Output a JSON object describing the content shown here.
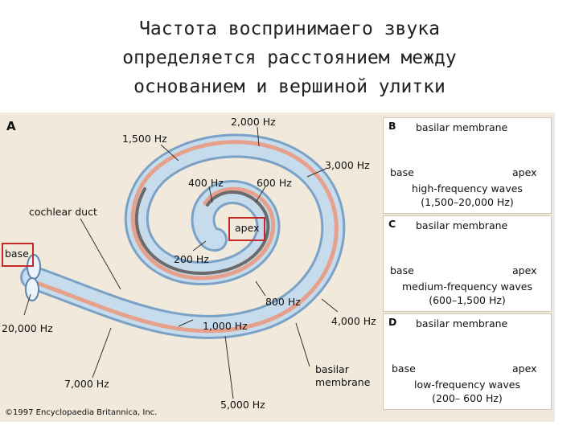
{
  "title_lines": [
    "Частота воспринимаего звука",
    "определяется расстоянием между",
    "основанием и вершиной улитки"
  ],
  "figure": {
    "panel_a": {
      "letter": "A",
      "labels": {
        "hz_2000": "2,000 Hz",
        "hz_1500": "1,500 Hz",
        "hz_3000": "3,000 Hz",
        "hz_400": "400 Hz",
        "hz_600_top": "600 Hz",
        "cochlear_duct": "cochlear duct",
        "apex": "apex",
        "base": "base",
        "hz_200": "200 Hz",
        "hz_800": "800 Hz",
        "hz_20000": "20,000 Hz",
        "hz_1000": "1,000 Hz",
        "hz_4000": "4,000 Hz",
        "basilar_membrane": [
          "basilar",
          "membrane"
        ],
        "hz_7000": "7,000 Hz",
        "hz_5000": "5,000 Hz"
      },
      "copyright": "©1997 Encyclopaedia Britannica, Inc."
    },
    "panels": [
      {
        "letter": "B",
        "membrane": "basilar membrane",
        "base": "base",
        "apex": "apex",
        "caption": [
          "high-frequency waves",
          "(1,500–20,000 Hz)"
        ]
      },
      {
        "letter": "C",
        "membrane": "basilar membrane",
        "base": "base",
        "apex": "apex",
        "caption": [
          "medium-frequency waves",
          "(600–1,500 Hz)"
        ]
      },
      {
        "letter": "D",
        "membrane": "basilar membrane",
        "base": "base",
        "apex": "apex",
        "caption": [
          "low-frequency waves",
          "(200– 600 Hz)"
        ]
      }
    ]
  },
  "colors": {
    "background": "#f0e9dc",
    "tube_outer": "#8fb3d3",
    "tube_inner": "#c6dcec",
    "duct": "#e6a08c",
    "highlight": "#c62828",
    "wave_b": "#b04a7a",
    "wave_c": "#c0392b"
  }
}
